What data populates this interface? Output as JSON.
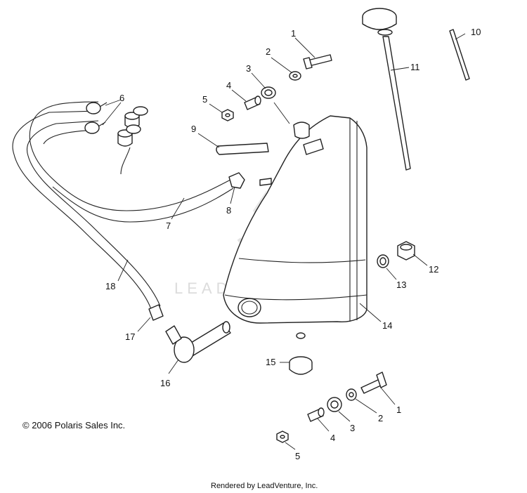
{
  "diagram": {
    "callouts": [
      {
        "id": "1a",
        "text": "1"
      },
      {
        "id": "2a",
        "text": "2"
      },
      {
        "id": "3a",
        "text": "3"
      },
      {
        "id": "4a",
        "text": "4"
      },
      {
        "id": "5a",
        "text": "5"
      },
      {
        "id": "6",
        "text": "6"
      },
      {
        "id": "7",
        "text": "7"
      },
      {
        "id": "8",
        "text": "8"
      },
      {
        "id": "9",
        "text": "9"
      },
      {
        "id": "10",
        "text": "10"
      },
      {
        "id": "11",
        "text": "11"
      },
      {
        "id": "12",
        "text": "12"
      },
      {
        "id": "13",
        "text": "13"
      },
      {
        "id": "14",
        "text": "14"
      },
      {
        "id": "15",
        "text": "15"
      },
      {
        "id": "16",
        "text": "16"
      },
      {
        "id": "17",
        "text": "17"
      },
      {
        "id": "18",
        "text": "18"
      },
      {
        "id": "1b",
        "text": "1"
      },
      {
        "id": "2b",
        "text": "2"
      },
      {
        "id": "3b",
        "text": "3"
      },
      {
        "id": "4b",
        "text": "4"
      },
      {
        "id": "5b",
        "text": "5"
      }
    ],
    "copyright": "© 2006 Polaris Sales Inc.",
    "rendered_by": "Rendered by LeadVenture, Inc.",
    "watermark": "LEADVENTURE"
  }
}
